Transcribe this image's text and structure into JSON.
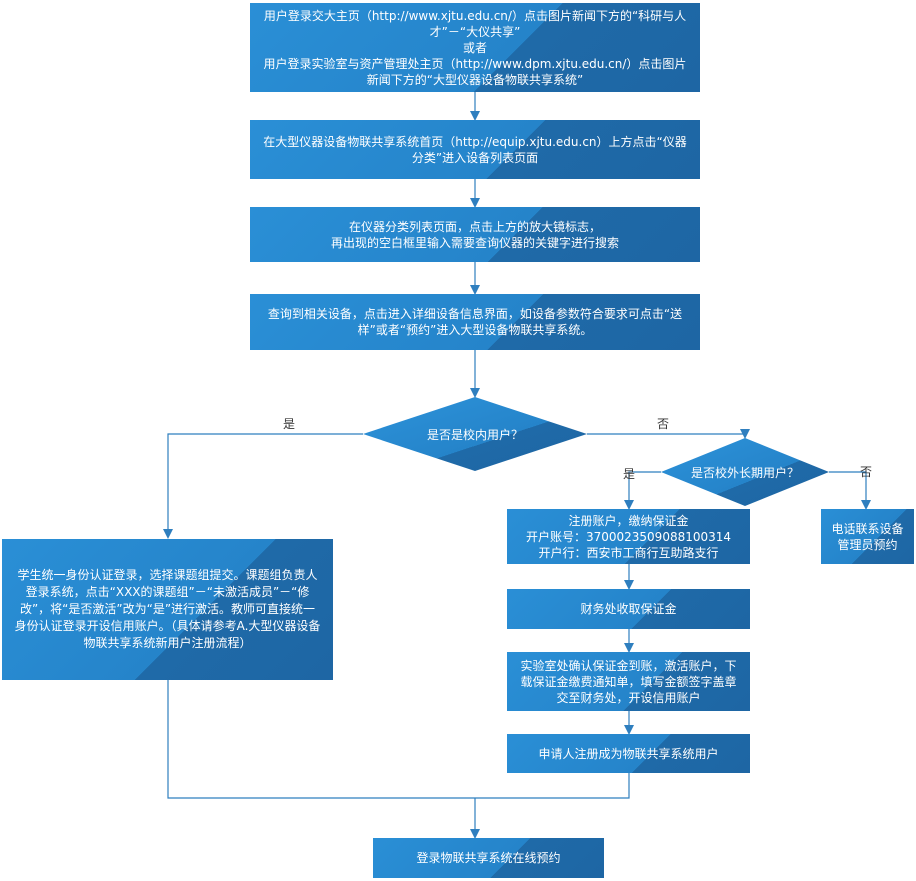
{
  "nodes": {
    "step1": "用户登录交大主页（http://www.xjtu.edu.cn/）点击图片新闻下方的“科研与人才”－“大仪共享”\n或者\n用户登录实验室与资产管理处主页（http://www.dpm.xjtu.edu.cn/）点击图片新闻下方的“大型仪器设备物联共享系统”",
    "step2": "在大型仪器设备物联共享系统首页（http://equip.xjtu.edu.cn）上方点击“仪器分类”进入设备列表页面",
    "step3": "在仪器分类列表页面，点击上方的放大镜标志，\n再出现的空白框里输入需要查询仪器的关键字进行搜索",
    "step4": "查询到相关设备，点击进入详细设备信息界面，如设备参数符合要求可点击“送样”或者“预约”进入大型设备物联共享系统。",
    "decision1": "是否是校内用户？",
    "internal": "学生统一身份认证登录，选择课题组提交。课题组负责人登录系统，点击“XXX的课题组”－“未激活成员”－“修改”，将“是否激活”改为“是”进行激活。教师可直接统一身份认证登录开设信用账户。（具体请参考A.大型仪器设备物联共享系统新用户注册流程）",
    "decision2": "是否校外长期用户？",
    "register": "注册账户，缴纳保证金\n开户账号：3700023509088100314\n开户行：西安市工商行互助路支行",
    "phone": "电话联系设备\n管理员预约",
    "finance": "财务处收取保证金",
    "lab": "实验室处确认保证金到账，激活账户，下载保证金缴费通知单，填写金额签字盖章交至财务处，开设信用账户",
    "applicant": "申请人注册成为物联共享系统用户",
    "final": "登录物联共享系统在线预约"
  },
  "edge_labels": {
    "d1_yes": "是",
    "d1_no": "否",
    "d2_yes": "是",
    "d2_no": "否"
  },
  "colors": {
    "box_fill": "#2a8fd6",
    "box_shade": "#1f6aa8",
    "diamond_fill": "#2a8fd6",
    "arrow": "#2f7fbf"
  }
}
